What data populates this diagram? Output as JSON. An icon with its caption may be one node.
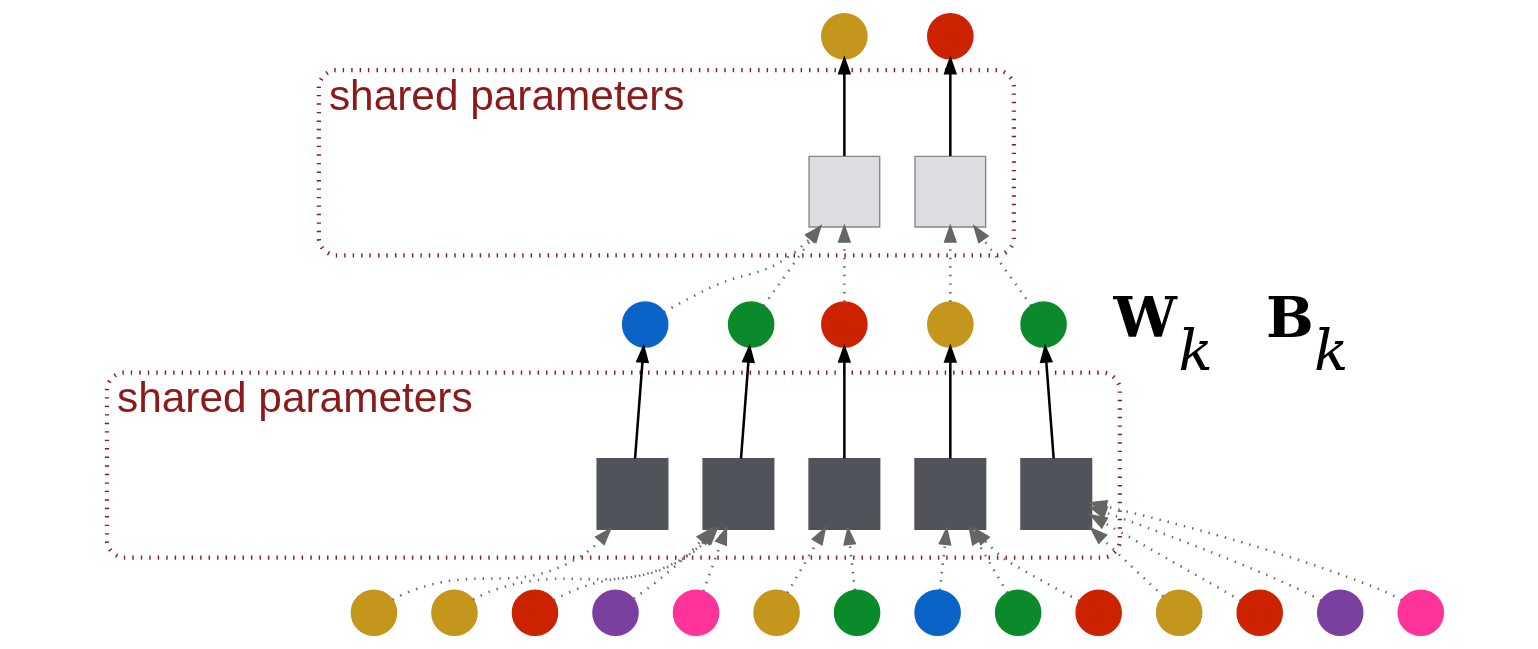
{
  "diagram": {
    "nodes": [
      {
        "text": [],
        "shape": "circle"
      },
      {
        "text": [],
        "shape": "circle"
      },
      {
        "text": [
          "shared parameters"
        ]
      },
      {
        "text": [],
        "shape": "box",
        "in": 2
      },
      {
        "text": [],
        "shape": "box",
        "in": 2
      },
      {
        "text": [],
        "shape": "circle"
      },
      {
        "text": [],
        "shape": "circle"
      },
      {
        "text": [],
        "shape": "circle"
      },
      {
        "text": [],
        "shape": "circle"
      },
      {
        "text": [],
        "shape": "circle"
      },
      {
        "text": [
          "shared parameters"
        ]
      },
      {
        "text": [],
        "shape": "box",
        "in": 10
      },
      {
        "text": [],
        "shape": "box",
        "in": 10
      },
      {
        "text": [],
        "shape": "box",
        "in": 10
      },
      {
        "text": [],
        "shape": "box",
        "in": 10
      },
      {
        "text": [],
        "shape": "box",
        "in": 10
      },
      {
        "text": [],
        "shape": "circle"
      },
      {
        "text": [],
        "shape": "circle"
      },
      {
        "text": [],
        "shape": "circle"
      },
      {
        "text": [],
        "shape": "circle"
      },
      {
        "text": [],
        "shape": "circle"
      },
      {
        "text": [],
        "shape": "circle"
      },
      {
        "text": [],
        "shape": "circle"
      },
      {
        "text": [],
        "shape": "circle"
      },
      {
        "text": [],
        "shape": "circle"
      },
      {
        "text": [],
        "shape": "circle"
      },
      {
        "text": [],
        "shape": "circle"
      },
      {
        "text": [],
        "shape": "circle"
      },
      {
        "text": [],
        "shape": "circle"
      },
      {
        "text": [],
        "shape": "circle"
      }
    ],
    "edges": [
      {
        "from": 3,
        "to": 0,
        "arrow": "to",
        "color": "#000000"
      },
      {
        "from": 4,
        "to": 1,
        "arrow": "to",
        "color": "#000000"
      },
      {
        "from": 5,
        "to": 3,
        "arrow": "to",
        "style": "dashed"
      },
      {
        "from": 6,
        "to": 3,
        "arrow": "to",
        "style": "dashed"
      },
      {
        "from": 7,
        "to": 3,
        "arrow": "to",
        "style": "dashed"
      },
      {
        "from": 8,
        "to": 4,
        "arrow": "to",
        "style": "dashed"
      },
      {
        "from": 9,
        "to": 4,
        "arrow": "to",
        "style": "dashed"
      },
      {
        "from": 11,
        "to": 5,
        "arrow": "to",
        "color": "#000000"
      },
      {
        "from": 12,
        "to": 6,
        "arrow": "to",
        "color": "#000000"
      },
      {
        "from": 13,
        "to": 7,
        "arrow": "to",
        "color": "#000000"
      },
      {
        "from": 14,
        "to": 8,
        "arrow": "to",
        "color": "#000000"
      },
      {
        "from": 15,
        "to": 9,
        "arrow": "to",
        "color": "#000000"
      },
      {
        "from": 16,
        "to": 11,
        "arrow": "to",
        "style": "dashed"
      },
      {
        "from": 17,
        "to": 12,
        "arrow": "to",
        "style": "dashed"
      },
      {
        "from": 18,
        "to": 12,
        "arrow": "to",
        "style": "dashed"
      },
      {
        "from": 19,
        "to": 12,
        "arrow": "to",
        "style": "dashed"
      },
      {
        "from": 20,
        "to": 12,
        "arrow": "to",
        "style": "dashed"
      },
      {
        "from": 21,
        "to": 13,
        "arrow": "to",
        "style": "dashed"
      },
      {
        "from": 22,
        "to": 13,
        "arrow": "to",
        "style": "dashed"
      },
      {
        "from": 23,
        "to": 14,
        "arrow": "to",
        "style": "dashed"
      },
      {
        "from": 24,
        "to": 14,
        "arrow": "to",
        "style": "dashed"
      },
      {
        "from": 25,
        "to": 14,
        "arrow": "to",
        "style": "dashed"
      },
      {
        "from": 26,
        "to": 15,
        "arrow": "to",
        "style": "dashed"
      },
      {
        "from": 27,
        "to": 15,
        "arrow": "to",
        "style": "dashed"
      },
      {
        "from": 28,
        "to": 15,
        "arrow": "to",
        "style": "dashed"
      },
      {
        "from": 29,
        "to": 15,
        "arrow": "to",
        "style": "dashed"
      }
    ],
    "labels": [
      "W$_{k}$",
      "B$_{k}$"
    ]
  }
}
